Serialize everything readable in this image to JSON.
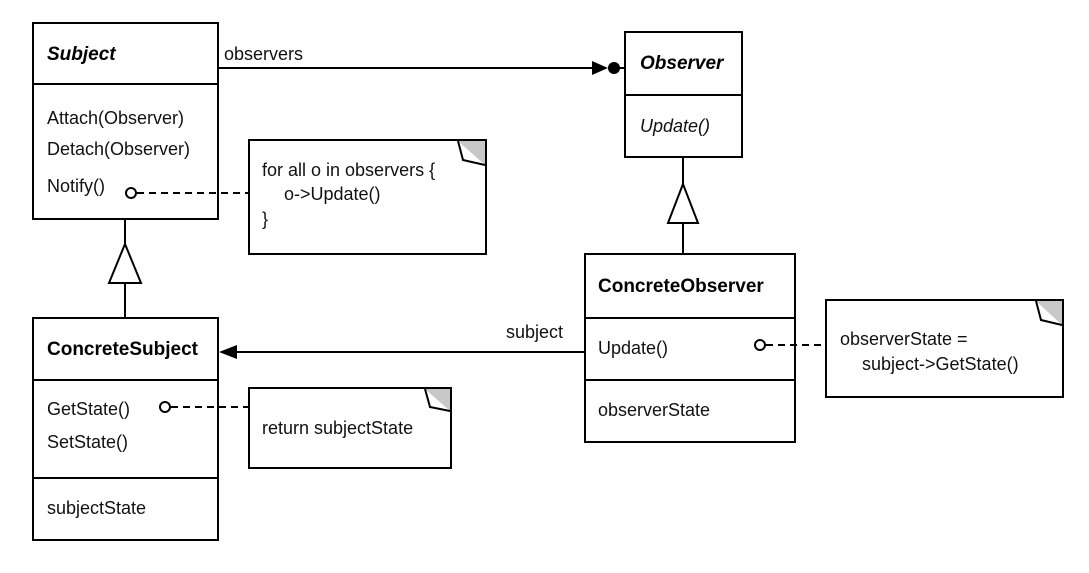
{
  "subject": {
    "name": "Subject",
    "operations": [
      "Attach(Observer)",
      "Detach(Observer)",
      "Notify()"
    ]
  },
  "observer": {
    "name": "Observer",
    "operations": [
      "Update()"
    ]
  },
  "concrete_subject": {
    "name": "ConcreteSubject",
    "operations": [
      "GetState()",
      "SetState()"
    ],
    "attributes": [
      "subjectState"
    ]
  },
  "concrete_observer": {
    "name": "ConcreteObserver",
    "operations": [
      "Update()"
    ],
    "attributes": [
      "observerState"
    ]
  },
  "notes": {
    "notify": [
      "for all o in observers {",
      "o->Update()",
      "}"
    ],
    "getstate": [
      "return subjectState"
    ],
    "update": [
      "observerState =",
      "subject->GetState()"
    ]
  },
  "associations": {
    "observers": "observers",
    "subject": "subject"
  }
}
